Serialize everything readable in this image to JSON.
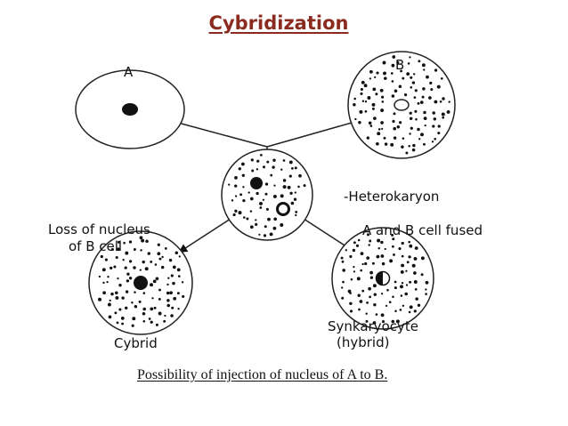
{
  "title": "Cybridization",
  "caption": "Possibility of injection of nucleus of A to B.",
  "labels": {
    "cell_a": "A",
    "cell_b": "B",
    "heterokaryon": "-Heterokaryon",
    "loss_line1": "Loss of nucleus",
    "loss_line2": "of B cell",
    "fused": "A and B cell fused",
    "cybrid": "Cybrid",
    "synkaryocyte": "Synkaryocyte",
    "hybrid": "(hybrid)"
  }
}
